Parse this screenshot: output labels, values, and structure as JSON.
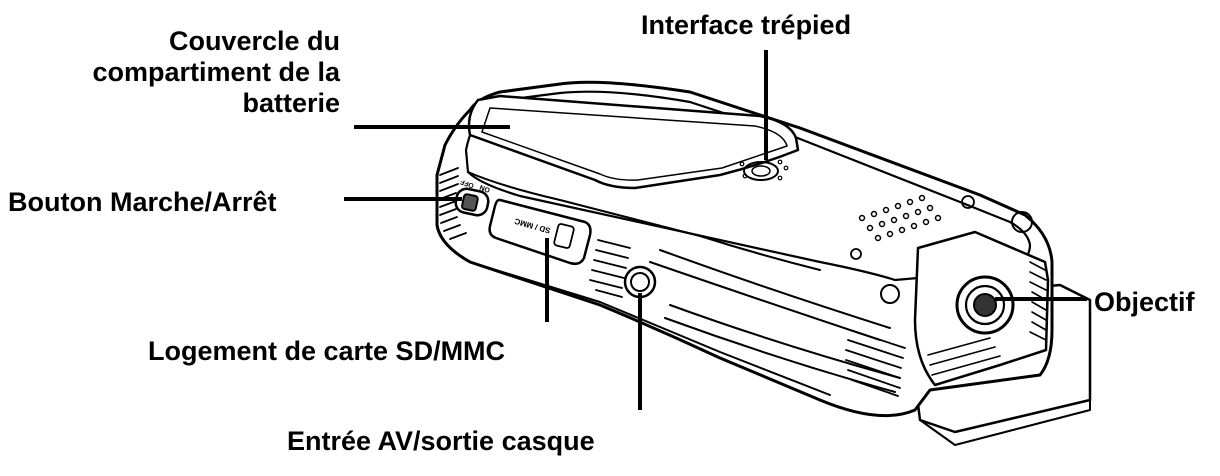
{
  "labels": {
    "battery_cover": [
      "Couvercle du",
      "compartiment de la",
      "batterie"
    ],
    "tripod": "Interface trépied",
    "power_button": "Bouton Marche/Arrêt",
    "lens": "Objectif",
    "sd_slot": "Logement de carte SD/MMC",
    "av_jack": "Entrée AV/sortie casque"
  },
  "device_markings": {
    "slot_text": "SD / MMC",
    "switch_on": "ON",
    "switch_off": "OFF"
  }
}
